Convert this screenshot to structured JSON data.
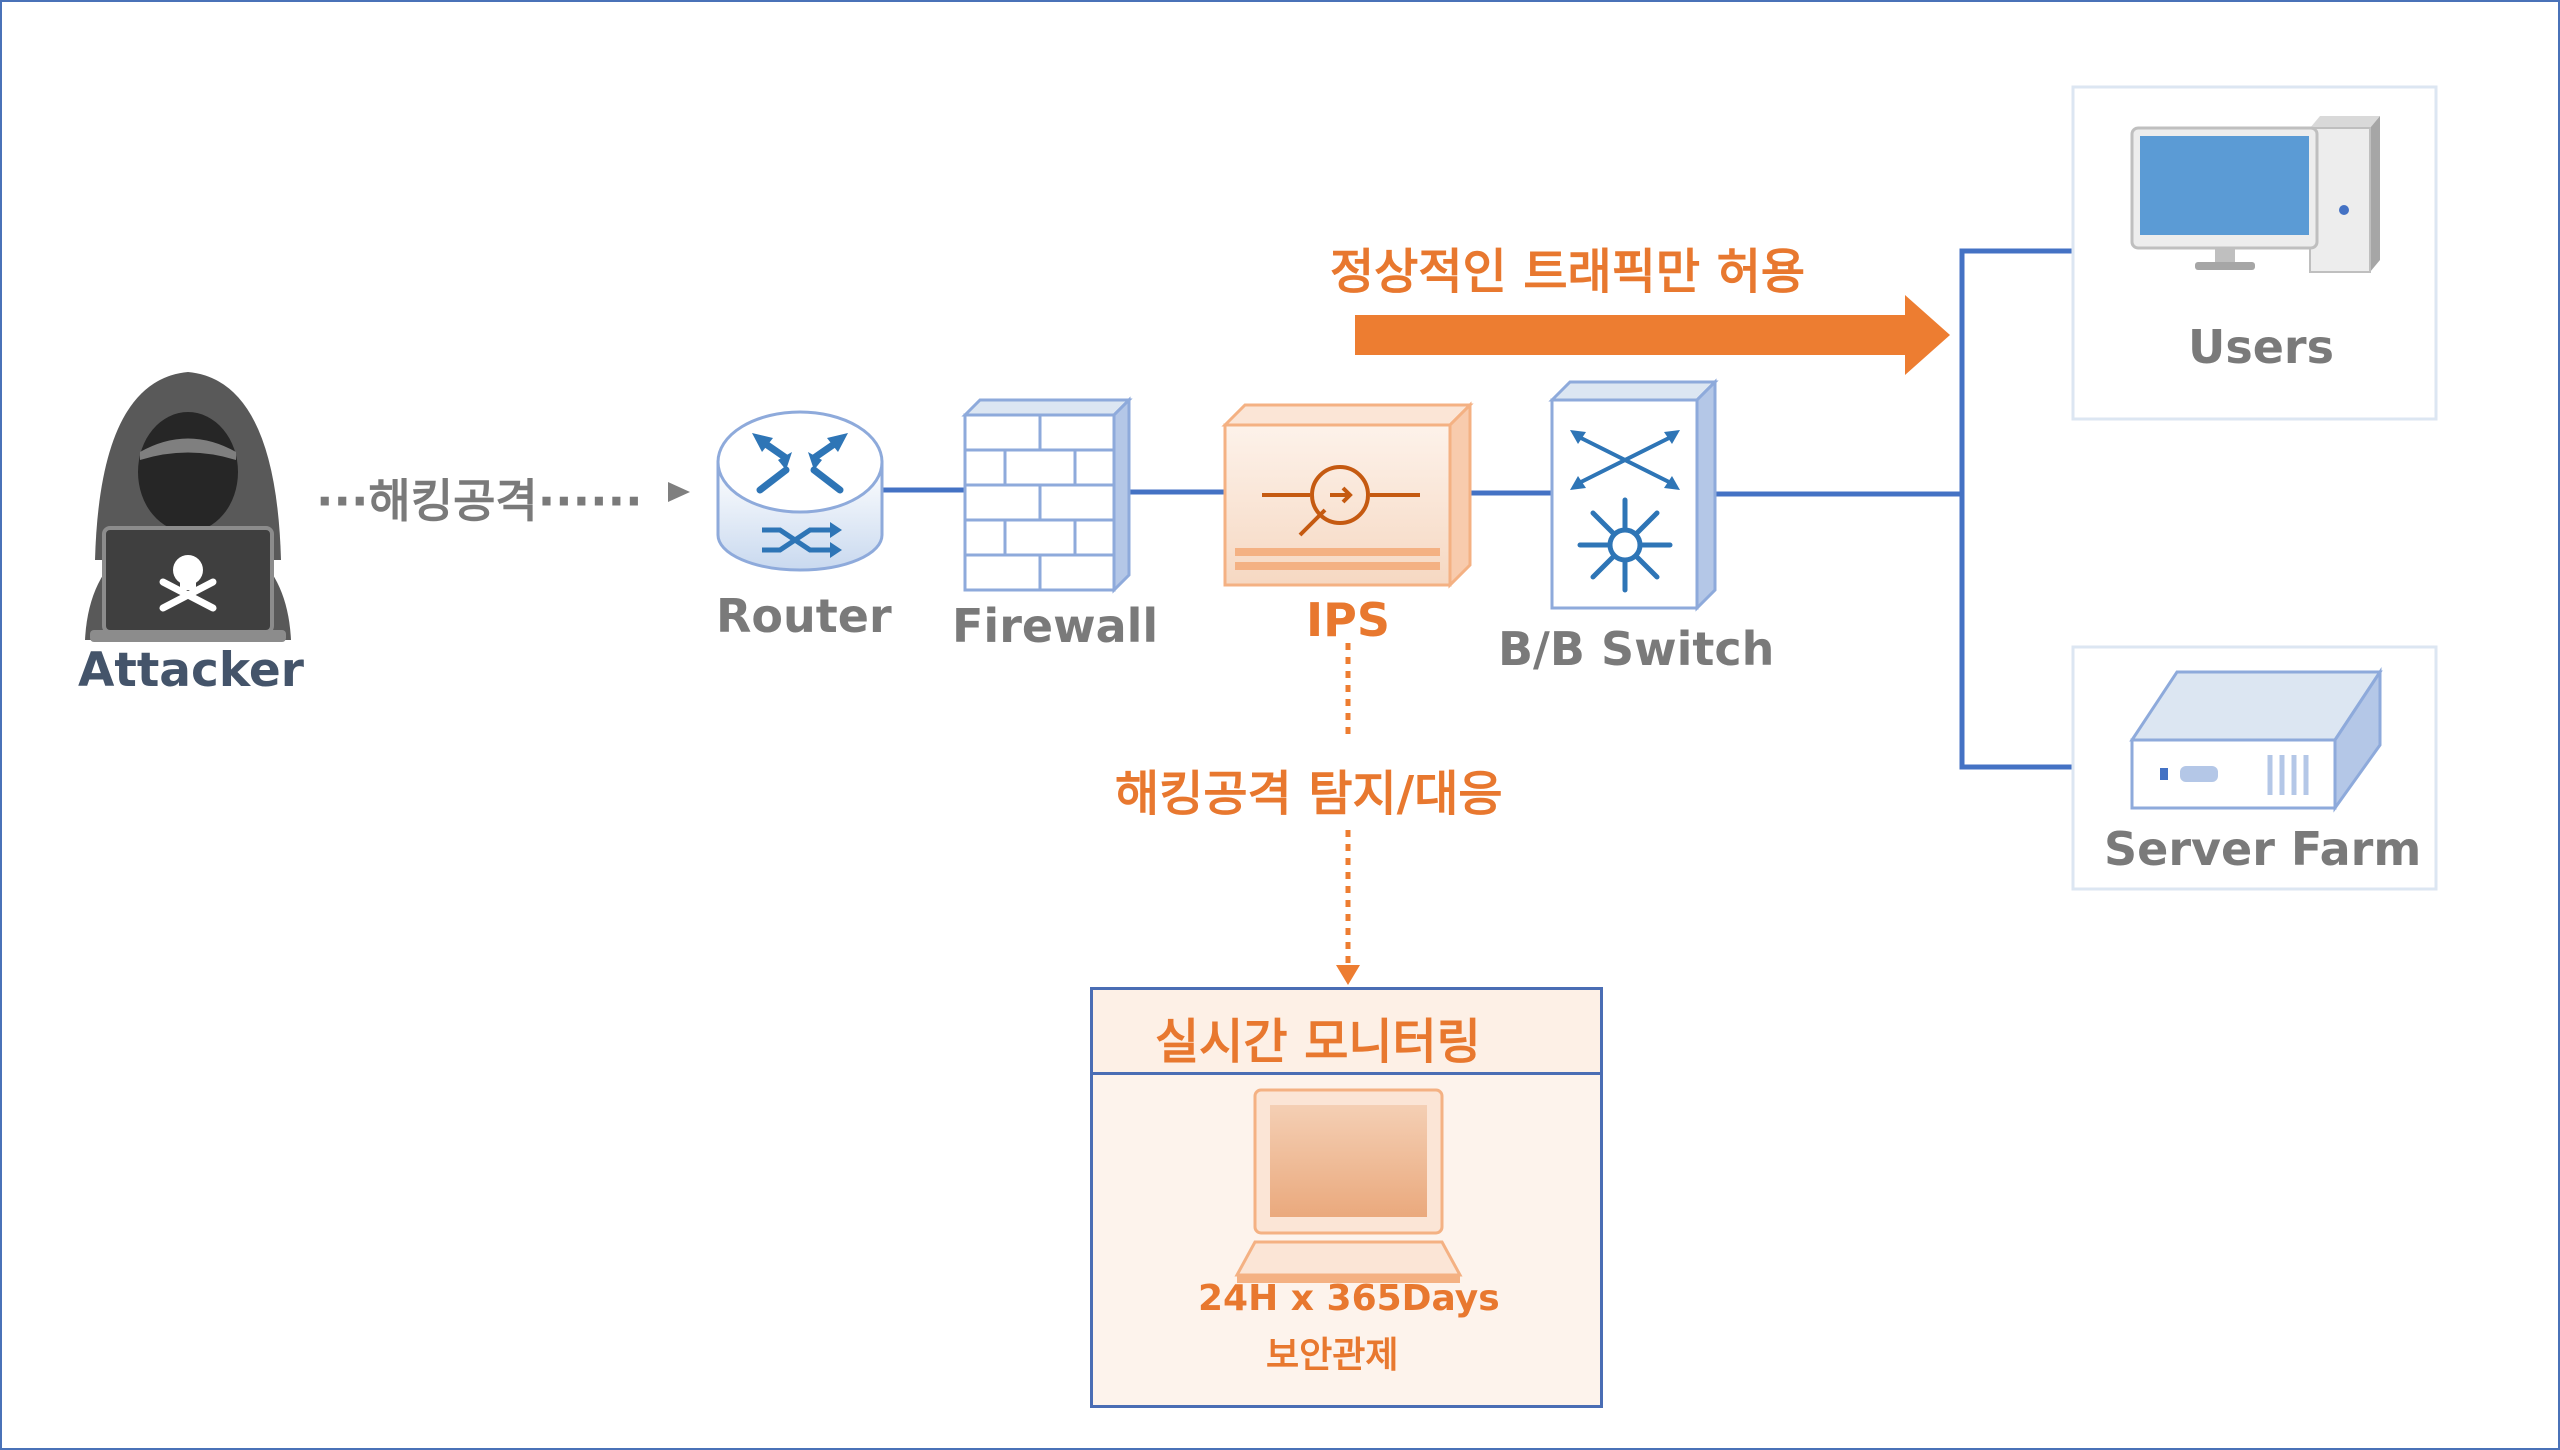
{
  "colors": {
    "line_blue": "#4472c4",
    "accent_orange": "#ed7d31",
    "label_gray": "#7a7a7a",
    "attacker_navy": "#44546a"
  },
  "attacker": {
    "label": "Attacker",
    "icon": "hooded-hacker-icon"
  },
  "attack_arrow": {
    "label": "···해킹공격······"
  },
  "nodes": {
    "router": {
      "label": "Router",
      "icon": "router-icon"
    },
    "firewall": {
      "label": "Firewall",
      "icon": "firewall-brick-icon"
    },
    "ips": {
      "label": "IPS",
      "icon": "ips-appliance-icon"
    },
    "switch": {
      "label": "B/B Switch",
      "icon": "backbone-switch-icon"
    }
  },
  "allow_arrow": {
    "label": "정상적인 트래픽만 허용"
  },
  "endpoints": {
    "users": {
      "label": "Users",
      "icon": "desktop-pc-icon"
    },
    "server_farm": {
      "label": "Server Farm",
      "icon": "server-icon"
    }
  },
  "detect_arrow": {
    "label": "해킹공격 탐지/대응"
  },
  "monitoring": {
    "title": "실시간 모니터링",
    "icon": "laptop-icon",
    "line1": "24H x 365Days",
    "line2": "보안관제"
  }
}
